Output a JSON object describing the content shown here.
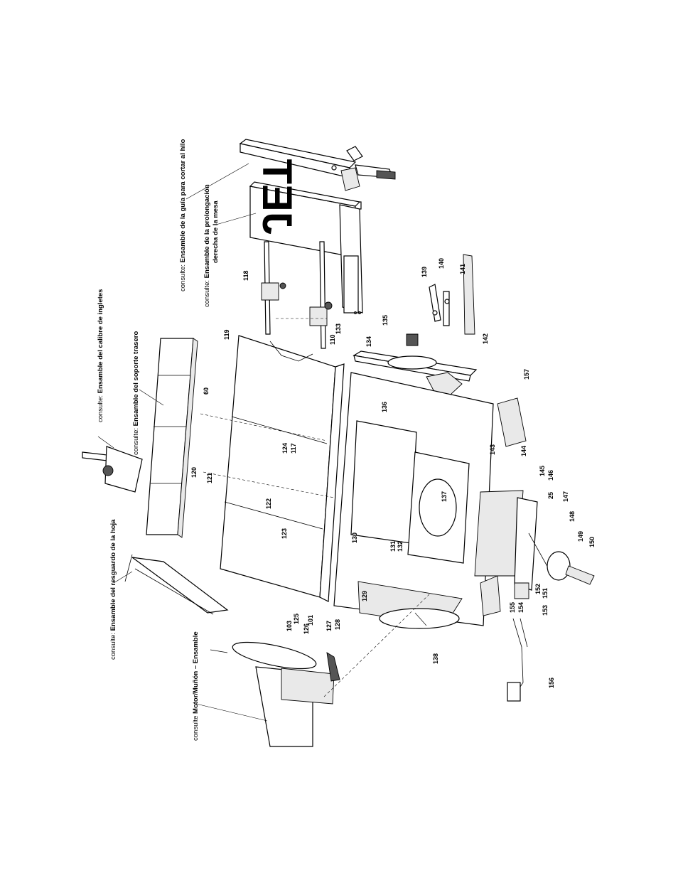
{
  "references": [
    {
      "id": "ref-rip-fence",
      "prefix": "consulte: ",
      "bold": "Ensamble de la guía para cortar al hilo",
      "rest": ""
    },
    {
      "id": "ref-right-ext-1",
      "prefix": "consulte: ",
      "bold": "Ensamble de la prolongación",
      "rest": ""
    },
    {
      "id": "ref-right-ext-2",
      "prefix": "",
      "bold": "derecha de la mesa",
      "rest": ""
    },
    {
      "id": "ref-rear-support",
      "prefix": "consulte: ",
      "bold": "Ensamble del soporte trasero",
      "rest": ""
    },
    {
      "id": "ref-miter-gauge",
      "prefix": "consulte: ",
      "bold": "Ensamble del calibre de ingletes",
      "rest": ""
    },
    {
      "id": "ref-blade-guard",
      "prefix": "consulte: ",
      "bold": "Ensamble del resguardo de la hoja",
      "rest": ""
    },
    {
      "id": "ref-motor",
      "prefix": "consulte ",
      "bold": "Motor/Muñón – Ensamble",
      "rest": ""
    }
  ],
  "logo_text": "JET",
  "part_numbers": [
    "118",
    "110",
    "133",
    "119",
    "135",
    "134",
    "139",
    "140",
    "141",
    "142",
    "60",
    "124",
    "117",
    "120",
    "121",
    "122",
    "123",
    "136",
    "157",
    "143",
    "144",
    "145",
    "146",
    "25",
    "147",
    "148",
    "149",
    "150",
    "137",
    "130",
    "131",
    "132",
    "129",
    "103",
    "125",
    "101",
    "126",
    "127",
    "128",
    "138",
    "155",
    "154",
    "151",
    "152",
    "153",
    "156"
  ]
}
